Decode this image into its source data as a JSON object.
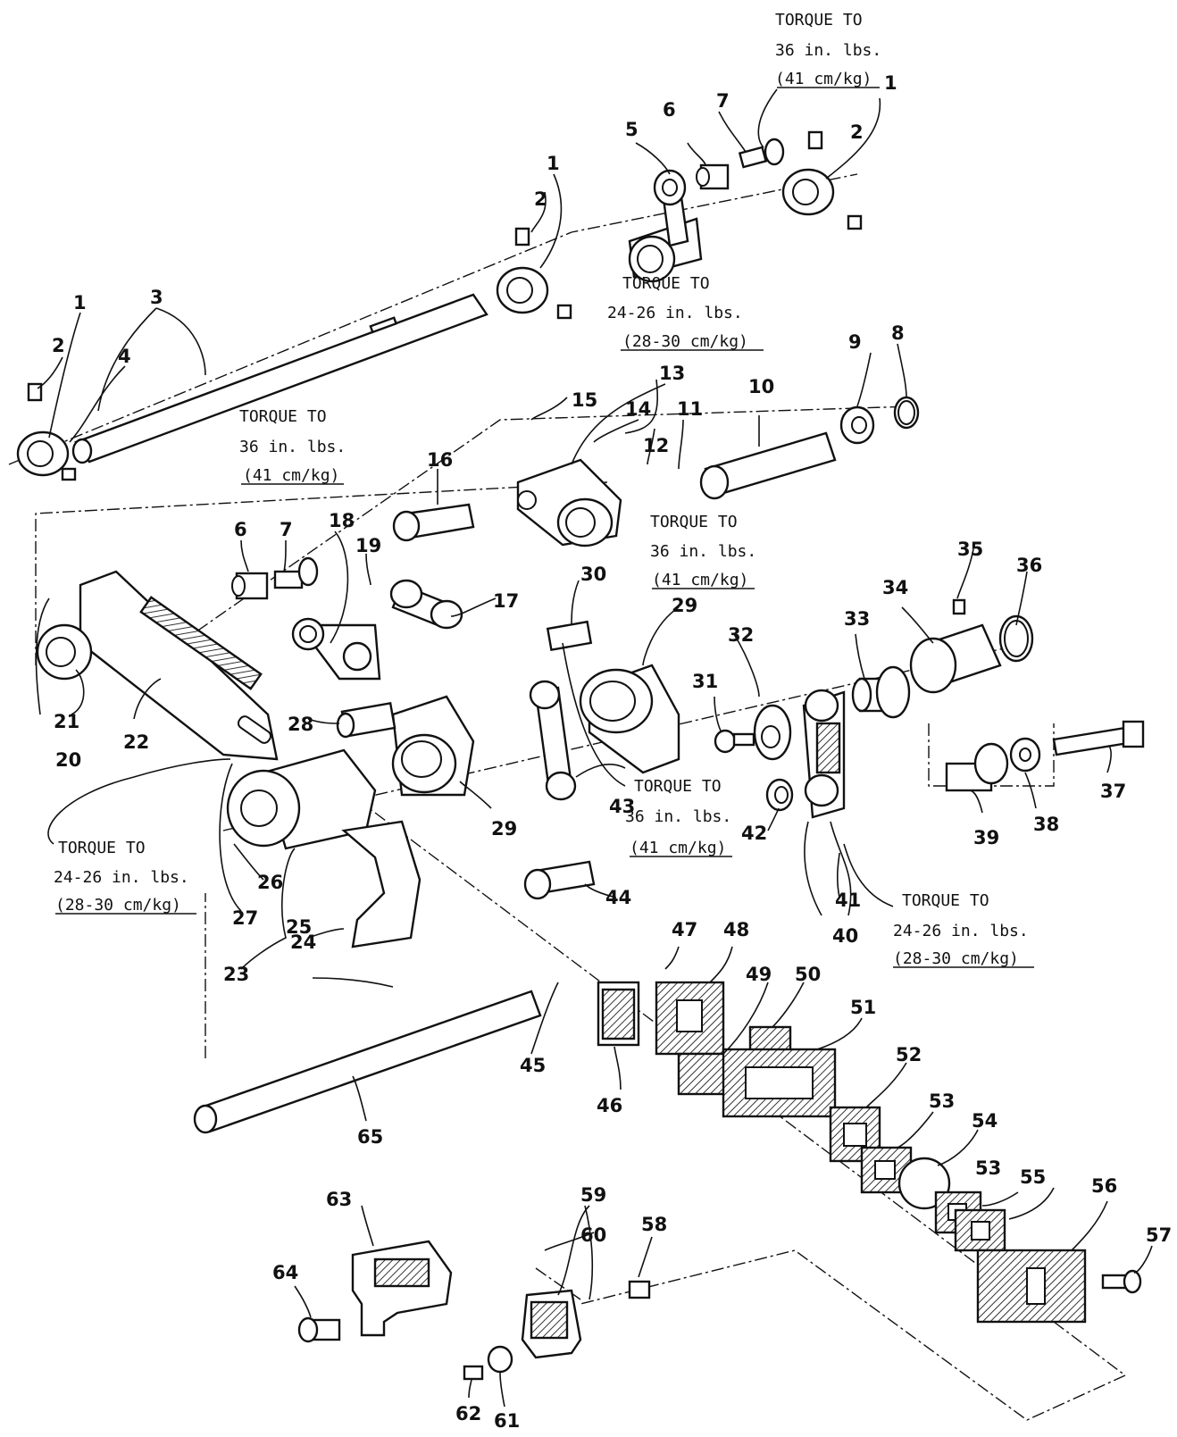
{
  "torque_notes": [
    {
      "id": "t1",
      "lines": [
        "TORQUE TO",
        "36 in. lbs.",
        "(41 cm/kg)"
      ]
    },
    {
      "id": "t2",
      "lines": [
        "TORQUE TO",
        "24-26 in. lbs.",
        "(28-30 cm/kg)"
      ]
    },
    {
      "id": "t3",
      "lines": [
        "TORQUE TO",
        "36 in. lbs.",
        "(41 cm/kg)"
      ]
    },
    {
      "id": "t4",
      "lines": [
        "TORQUE TO",
        "36 in. lbs.",
        "(41 cm/kg)"
      ]
    },
    {
      "id": "t5",
      "lines": [
        "TORQUE TO",
        "36 in. lbs.",
        "(41 cm/kg)"
      ]
    },
    {
      "id": "t6",
      "lines": [
        "TORQUE TO",
        "24-26 in. lbs.",
        "(28-30 cm/kg)"
      ]
    },
    {
      "id": "t7",
      "lines": [
        "TORQUE TO",
        "24-26 in. lbs.",
        "(28-30 cm/kg)"
      ]
    }
  ],
  "callouts": [
    "1",
    "1",
    "1",
    "2",
    "2",
    "2",
    "3",
    "4",
    "5",
    "6",
    "6",
    "7",
    "7",
    "8",
    "9",
    "10",
    "11",
    "12",
    "13",
    "14",
    "15",
    "16",
    "17",
    "18",
    "19",
    "20",
    "21",
    "22",
    "23",
    "24",
    "25",
    "26",
    "27",
    "28",
    "29",
    "29",
    "30",
    "31",
    "32",
    "33",
    "34",
    "35",
    "36",
    "37",
    "38",
    "39",
    "40",
    "41",
    "42",
    "43",
    "44",
    "45",
    "46",
    "47",
    "48",
    "49",
    "50",
    "51",
    "52",
    "53",
    "53",
    "54",
    "55",
    "56",
    "57",
    "58",
    "59",
    "60",
    "61",
    "62",
    "63",
    "64",
    "65"
  ]
}
